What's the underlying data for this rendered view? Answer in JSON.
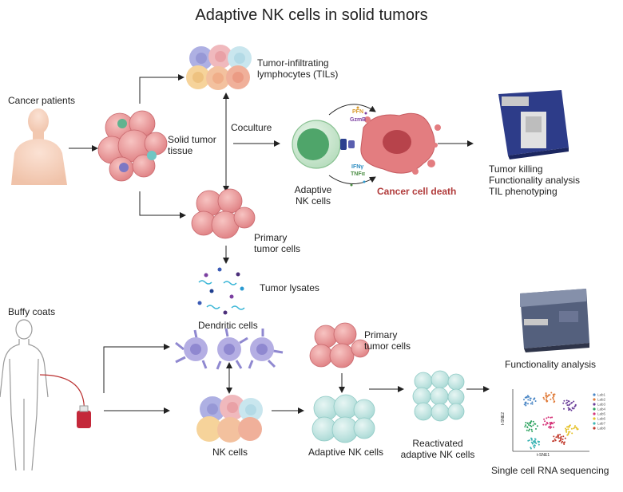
{
  "title": "Adaptive NK cells in solid tumors",
  "labels": {
    "cancer_patients": "Cancer patients",
    "solid_tumor_tissue": "Solid tumor\ntissue",
    "tils": "Tumor-infiltrating\nlymphocytes (TILs)",
    "coculture": "Coculture",
    "pfn": "PFN",
    "gzmb": "GzmB",
    "ifng": "IFNγ",
    "tnfa": "TNFα",
    "adaptive_nk_top": "Adaptive\nNK cells",
    "cancer_cell_death": "Cancer cell death",
    "readouts": "Tumor killing\nFunctionality analysis\nTIL phenotyping",
    "primary_tumor_cells_top": "Primary\ntumor cells",
    "tumor_lysates": "Tumor lysates",
    "buffy_coats": "Buffy coats",
    "dendritic_cells": "Dendritic cells",
    "primary_tumor_cells_bottom": "Primary\ntumor cells",
    "nk_cells": "NK cells",
    "adaptive_nk_bottom": "Adaptive NK cells",
    "reactivated": "Reactivated\nadaptive NK cells",
    "functionality_analysis": "Functionality analysis",
    "scrna": "Single cell RNA sequencing"
  },
  "plot": {
    "axis_x": "t-SNE1",
    "axis_y": "t-SNE2",
    "legend": [
      "Lab1",
      "Lab2",
      "Lab3",
      "Lab4",
      "Lab5",
      "Lab6",
      "Lab7",
      "Lab8"
    ]
  },
  "colors": {
    "tumor_pink": "#e8868a",
    "nk_green": "#8fc79a",
    "til_cyan": "#c9e8e6",
    "dc_purple": "#a9a4dc",
    "machine_blue": "#2b3f8f",
    "death_red": "#b13b3b"
  }
}
